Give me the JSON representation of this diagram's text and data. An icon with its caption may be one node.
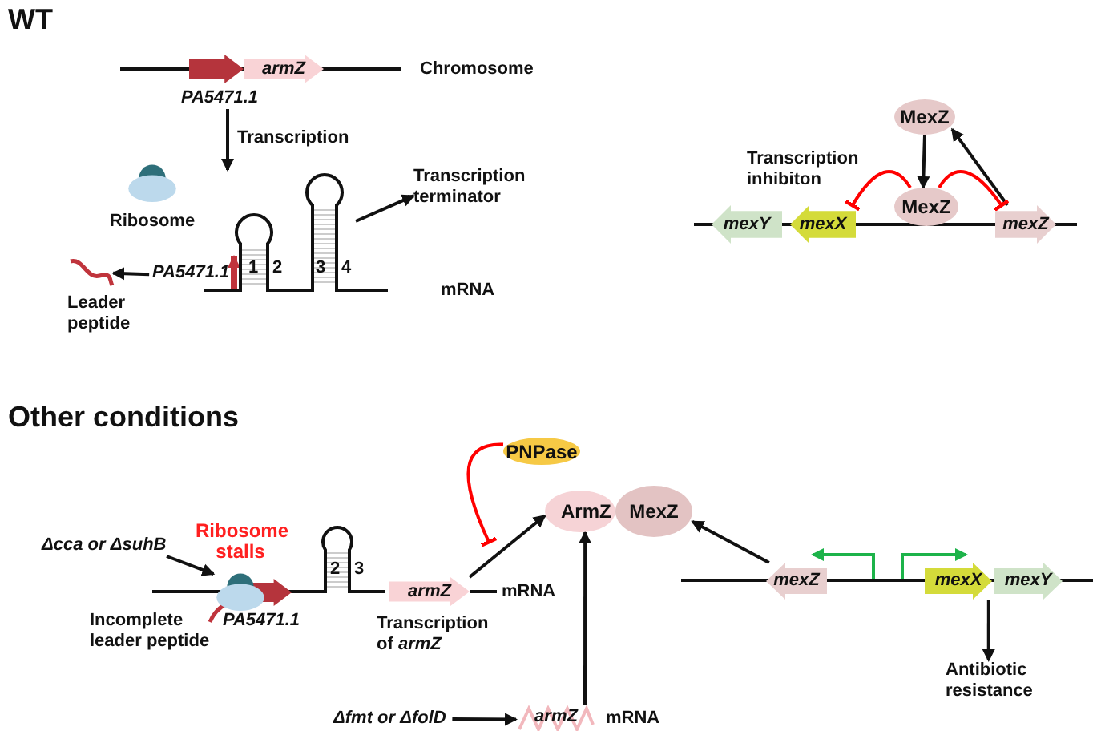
{
  "diagram": {
    "nodes": [
      {
        "text": [
          "PA5471.1"
        ]
      },
      {
        "text": [
          "armZ"
        ]
      },
      {
        "text": [],
        "shape": "hairpin",
        "beside": [
          "mRNA"
        ]
      },
      {
        "text": [
          "Ribosome"
        ]
      },
      {
        "text": [
          "Transcription terminator"
        ]
      },
      {
        "text": [
          "PA5471.1"
        ]
      },
      {
        "text": [
          "Leader peptide"
        ]
      },
      {
        "text": [
          "MexZ"
        ]
      },
      {
        "text": [
          "MexZ"
        ]
      },
      {
        "text": [
          "mexY"
        ]
      },
      {
        "text": [
          "mexX"
        ]
      },
      {
        "text": [
          "mexZ"
        ]
      },
      {
        "text": [
          "Δcca or ΔsuhB"
        ]
      },
      {
        "text": [
          "Ribosome stalls"
        ]
      },
      {
        "text": [
          "PA5471.1"
        ]
      },
      {
        "text": [
          "armZ"
        ],
        "beside": [
          "Transcription of *armZ*"
        ]
      },
      {
        "text": [
          "PNPase"
        ]
      },
      {
        "text": [
          "ArmZ"
        ]
      },
      {
        "text": [
          "MexZ"
        ]
      },
      {
        "text": [
          "mexZ"
        ]
      },
      {
        "text": [
          "mexX"
        ]
      },
      {
        "text": [
          "mexY"
        ]
      },
      {
        "text": [
          "Antibiotic resistance"
        ]
      },
      {
        "text": [
          "Δfmt or ΔfolD"
        ]
      },
      {
        "text": [
          "armZ"
        ],
        "beside": [
          "mRNA"
        ]
      }
    ],
    "edges": [
      {
        "from": 0,
        "to": 2,
        "arrow": "to",
        "label": "Transcription"
      },
      {
        "from": 2,
        "to": 4,
        "arrow": "to"
      },
      {
        "from": 5,
        "to": 6,
        "arrow": "to"
      },
      {
        "from": 7,
        "to": 8,
        "arrow": "to"
      },
      {
        "from": 11,
        "to": 7,
        "arrow": "to"
      },
      {
        "from": 8,
        "to": 10,
        "arrow": "other",
        "color": "#ff0000"
      },
      {
        "from": 8,
        "to": 11,
        "arrow": "other",
        "color": "#ff0000"
      },
      {
        "from": 12,
        "to": 13,
        "arrow": "to"
      },
      {
        "from": 15,
        "to": 17,
        "arrow": "to"
      },
      {
        "from": 16,
        "to": null,
        "arrow": "other",
        "color": "#ff0000"
      },
      {
        "from": 19,
        "to": 18,
        "arrow": "to"
      },
      {
        "from": 20,
        "to": 22,
        "arrow": "to"
      },
      {
        "from": 23,
        "to": 24,
        "arrow": "to"
      },
      {
        "from": 24,
        "to": 17,
        "arrow": "to"
      }
    ],
    "labels": [
      "WT",
      "Chromosome",
      "Transcription inhibiton",
      "1",
      "2",
      "3",
      "4",
      "Other conditions",
      "2",
      "3",
      "mRNA",
      "Incomplete leader peptide"
    ]
  }
}
